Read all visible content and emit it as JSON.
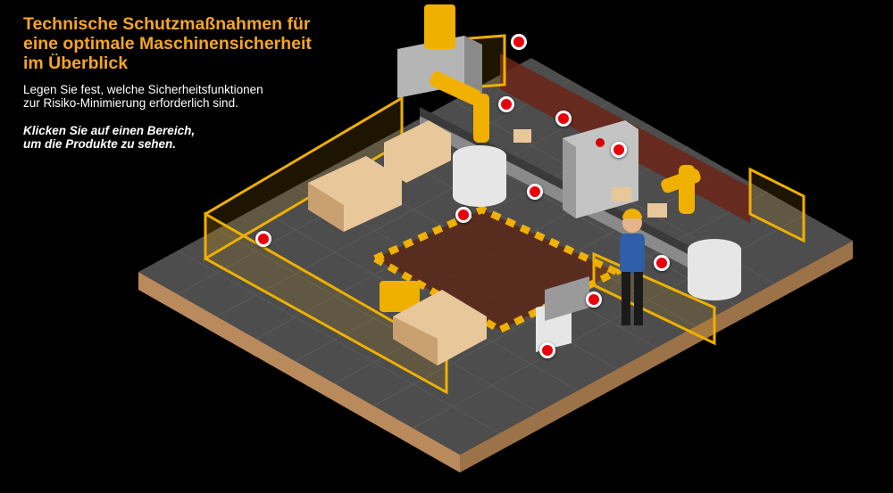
{
  "intro": {
    "title_lines": [
      "Technische Schutzmaßnahmen für",
      "eine optimale Maschinensicherheit",
      "im Überblick"
    ],
    "description_lines": [
      "Legen Sie fest, welche Sicherheitsfunktionen",
      "zur Risiko-Minimierung erforderlich sind."
    ],
    "cta_lines": [
      "Klicken Sie auf einen Bereich,",
      "um die Produkte zu sehen."
    ]
  },
  "colors": {
    "background": "#000000",
    "title": "#f5a623",
    "hotspot": "#e8000b",
    "fence": "#f0b000",
    "floor": "#4a4a4a",
    "base": "#c49a6c"
  },
  "hotspots": [
    {
      "id": 1,
      "name": "light-curtain-rear"
    },
    {
      "id": 2,
      "name": "robot-cell-rear"
    },
    {
      "id": 3,
      "name": "conveyor-station"
    },
    {
      "id": 4,
      "name": "inspection-machine"
    },
    {
      "id": 5,
      "name": "conveyor-center"
    },
    {
      "id": 6,
      "name": "area-scanner-floor"
    },
    {
      "id": 7,
      "name": "fence-left"
    },
    {
      "id": 8,
      "name": "door-right"
    },
    {
      "id": 9,
      "name": "control-panel"
    },
    {
      "id": 10,
      "name": "access-light-curtain"
    }
  ]
}
